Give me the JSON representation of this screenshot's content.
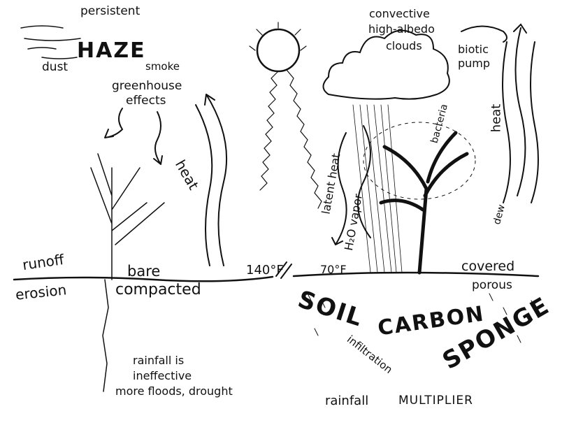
{
  "left": {
    "persistent": "persistent",
    "haze": "HAZE",
    "dust": "dust",
    "smoke": "smoke",
    "greenhouse": "greenhouse",
    "effects": "effects",
    "heat": "heat",
    "runoff": "runoff",
    "erosion": "erosion",
    "bare": "bare",
    "compacted": "compacted",
    "temperature": "140°F",
    "rainfall_line1": "rainfall is",
    "rainfall_line2": "ineffective",
    "rainfall_line3": "more floods, drought"
  },
  "right": {
    "convective": "convective",
    "high_albedo": "high-albedo",
    "clouds": "clouds",
    "biotic": "biotic",
    "pump": "pump",
    "heat": "heat",
    "latent_heat": "latent heat",
    "h2o_vapor": "H₂O vapor",
    "bacteria": "bacteria",
    "dew": "dew",
    "temperature": "70°F",
    "covered": "covered",
    "porous": "porous",
    "soil": "SOIL",
    "carbon": "CARBON",
    "sponge": "SPONGE",
    "infiltration": "infiltration",
    "rainfall": "rainfall",
    "multiplier": "MULTIPLIER"
  },
  "colors": {
    "ink": "#111111",
    "paper": "#ffffff"
  }
}
